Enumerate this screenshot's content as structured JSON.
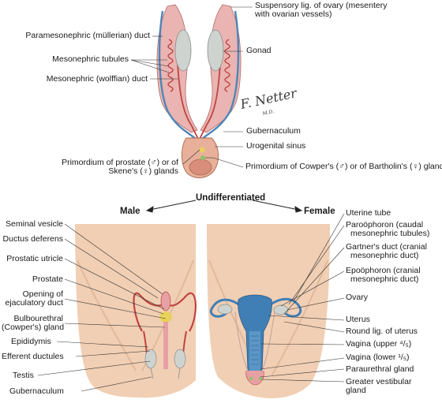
{
  "colors": {
    "skin": "#f1cfb4",
    "skin_shadow": "#d9a98a",
    "duct_blue": "#4d86b8",
    "tissue_pink": "#e7a0a4",
    "tubule_red": "#c0453f",
    "gonad_gray": "#cfd3cf",
    "organ_blue": "#3f7fb6",
    "gland_yellow": "#e8d25c",
    "leader_line": "#333333"
  },
  "signature": "F. Netter",
  "top": {
    "suspensory": "Suspensory lig. of ovary (mesentery",
    "suspensory2": "with ovarian vessels)",
    "paramesonephric": "Paramesonephric (müllerian) duct",
    "gonad": "Gonad",
    "mesonephric_tubules": "Mesonephric tubules",
    "mesonephric_duct": "Mesonephric (wolffian) duct",
    "gubernaculum": "Gubernaculum",
    "urogenital_sinus": "Urogenital sinus",
    "prostate_primordium": "Primordium of prostate (♂) or of",
    "prostate_primordium2": "Skene's (♀) glands",
    "cowper_primordium": "Primordium of Cowper's (♂) or of Bartholin's (♀) glands"
  },
  "center": {
    "undifferentiated": "Undifferentiated",
    "male": "Male",
    "female": "Female"
  },
  "male": {
    "seminal_vesicle": "Seminal vesicle",
    "ductus_deferens": "Ductus deferens",
    "prostatic_utricle": "Prostatic utricle",
    "prostate": "Prostate",
    "opening1": "Opening of",
    "opening2": "ejaculatory duct",
    "bulbourethral1": "Bulbourethral",
    "bulbourethral2": "(Cowper's) gland",
    "epididymis": "Epididymis",
    "efferent": "Efferent ductules",
    "testis": "Testis",
    "gubernaculum": "Gubernaculum"
  },
  "female": {
    "uterine_tube": "Uterine tube",
    "paroophoron1": "Paroöphoron (caudal",
    "paroophoron2": "mesonephric tubules)",
    "gartner1": "Gartner's duct (cranial",
    "gartner2": "mesonephric duct)",
    "epoophoron1": "Epoöphoron (cranial",
    "epoophoron2": "mesonephric duct)",
    "ovary": "Ovary",
    "uterus": "Uterus",
    "round_lig": "Round lig. of uterus",
    "vagina_upper": "Vagina (upper ⁴/₅)",
    "vagina_lower": "Vagina (lower ¹/₅)",
    "paraurethral": "Paraurethral gland",
    "greater_vestibular1": "Greater vestibular",
    "greater_vestibular2": "gland"
  }
}
